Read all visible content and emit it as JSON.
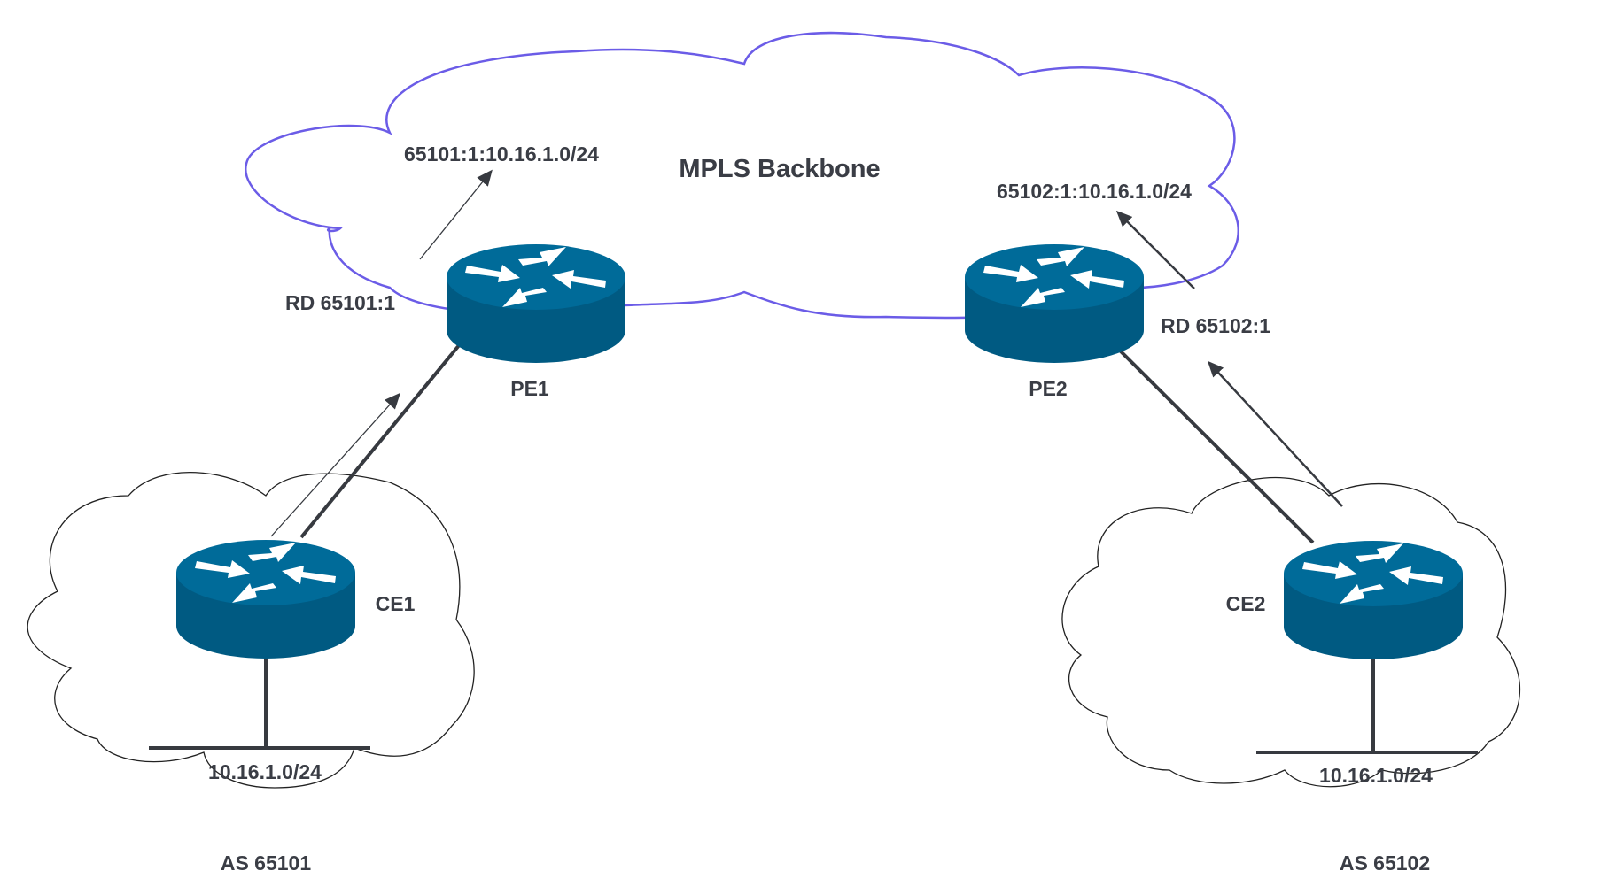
{
  "backbone": {
    "label": "MPLS Backbone"
  },
  "routers": {
    "pe1": {
      "label": "PE1"
    },
    "pe2": {
      "label": "PE2"
    },
    "ce1": {
      "label": "CE1"
    },
    "ce2": {
      "label": "CE2"
    }
  },
  "route_distinguishers": {
    "rd1": "RD 65101:1",
    "rd2": "RD 65102:1"
  },
  "vpn_routes": {
    "vpnv4_1": "65101:1:10.16.1.0/24",
    "vpnv4_2": "65102:1:10.16.1.0/24"
  },
  "sites": {
    "left": {
      "subnet": "10.16.1.0/24",
      "as": "AS 65101"
    },
    "right": {
      "subnet": "10.16.1.0/24",
      "as": "AS 65102"
    }
  },
  "colors": {
    "router": "#006b99",
    "router_side": "#005a82",
    "backbone_outline": "#6b5ce7",
    "site_outline": "#222222",
    "line": "#373a40",
    "text": "#3a3d45"
  }
}
